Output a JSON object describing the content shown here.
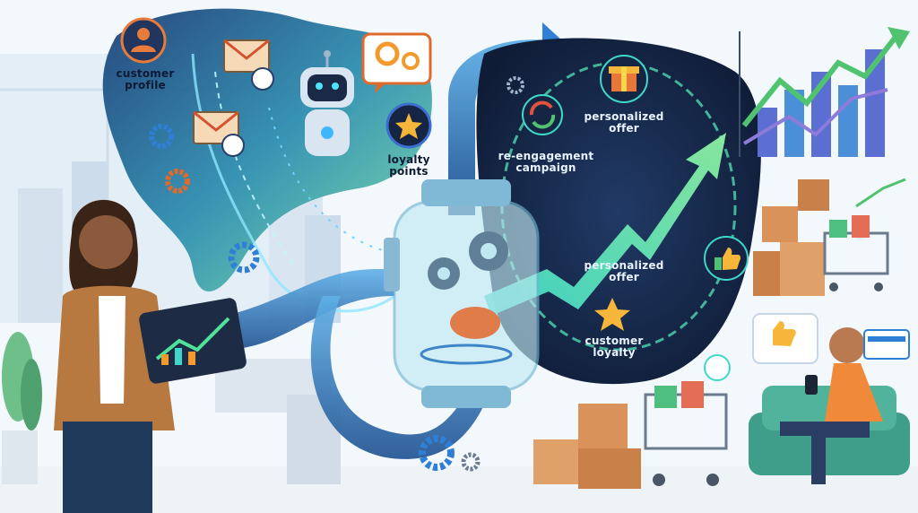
{
  "labels": {
    "customer_profile": "customer\nprofile",
    "loyalty_points": "loyalty\npoints",
    "reengagement_campaign": "re-engagement\ncampaign",
    "personalized_offer_top": "personalized\noffer",
    "personalized_offer_mid": "personalized\noffer",
    "customer_loyalty": "customer\nloyalty"
  },
  "icons": [
    "user-icon",
    "envelope-clock-icon",
    "gear-icon",
    "robot-icon",
    "chat-gears-icon",
    "star-badge-icon",
    "refresh-icon",
    "gift-icon",
    "thumbs-up-icon",
    "star-icon",
    "growth-arrow-icon",
    "shopping-cart-icon",
    "credit-card-icon",
    "tablet-chart-icon"
  ],
  "colors": {
    "dark_panel": "#172544",
    "teal_glow": "#3fd8c8",
    "green_arrow": "#4fe39a",
    "orange_accent": "#f39a2c",
    "blue_accent": "#2f7fd6"
  }
}
